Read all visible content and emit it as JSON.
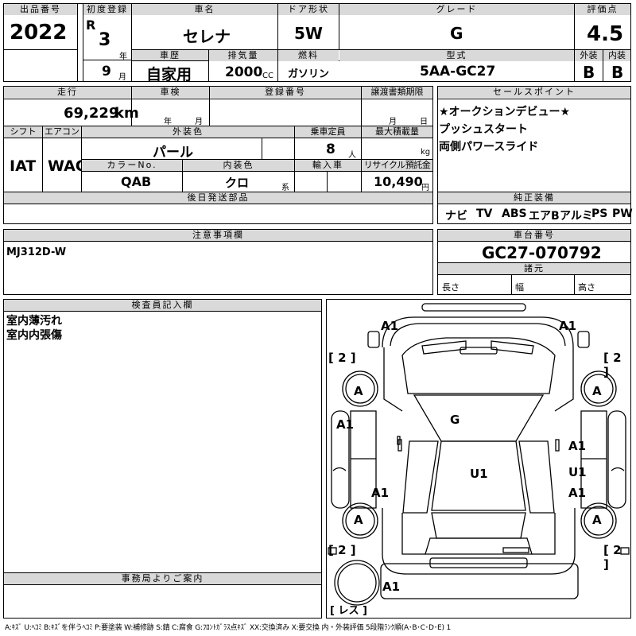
{
  "header": {
    "lot_label": "出品番号",
    "lot_value": "2022",
    "first_reg_label": "初度登録",
    "era": "R",
    "year_num": "3",
    "year_unit": "年",
    "month_num": "9",
    "month_unit": "月",
    "car_name_label": "車名",
    "car_name": "セレナ",
    "door_label": "ドア形状",
    "door": "5W",
    "grade_label": "グレード",
    "grade": "G",
    "score_label": "評価点",
    "score": "4.5",
    "history_label": "車歴",
    "history": "自家用",
    "displacement_label": "排気量",
    "displacement": "2000",
    "cc": "CC",
    "fuel_label": "燃料",
    "fuel": "ガソリン",
    "model_label": "型式",
    "model": "5AA-GC27",
    "ext_label": "外装",
    "ext": "B",
    "int_label": "内装",
    "int": "B"
  },
  "row2": {
    "mileage_label": "走行",
    "mileage": "69,229",
    "km": "km",
    "inspection_label": "車検",
    "insp_year": "年",
    "insp_month": "月",
    "reg_label": "登録番号",
    "transfer_label": "譲渡書類期限",
    "transfer_month": "月",
    "transfer_day": "日",
    "shift_label": "シフト",
    "shift": "IAT",
    "ac_label": "エアコン",
    "ac": "WAC",
    "exterior_color_label": "外装色",
    "exterior_color": "パール",
    "capacity_label": "乗車定員",
    "capacity": "8",
    "capacity_unit": "人",
    "max_load_label": "最大積載量",
    "max_load_unit": "kg",
    "color_no_label": "カラーNo.",
    "color_no": "QAB",
    "interior_color_label": "内装色",
    "interior_color": "クロ",
    "interior_unit": "系",
    "import_label": "輸入車",
    "recycle_label": "リサイクル預託金",
    "recycle": "10,490",
    "recycle_unit": "円",
    "later_parts_label": "後日発送部品"
  },
  "sales_points": {
    "label": "セールスポイント",
    "items": [
      "★オークションデビュー★",
      "プッシュスタート",
      "両側パワースライド"
    ]
  },
  "equipment": {
    "label": "純正装備",
    "items": [
      "ナビ",
      "TV",
      "ABS",
      "エアB",
      "アルミ",
      "PS",
      "PW"
    ]
  },
  "caution": {
    "label": "注意事項欄",
    "text": "MJ312D-W"
  },
  "chassis": {
    "label": "車台番号",
    "value": "GC27-070792",
    "dims_label": "諸元",
    "length": "長さ",
    "width": "幅",
    "height": "高さ"
  },
  "inspector": {
    "label": "検査員記入欄",
    "lines": [
      "室内薄汚れ",
      "室内内張傷"
    ]
  },
  "office": {
    "label": "事務局よりご案内"
  },
  "diagram": {
    "marks": {
      "front_left_a1": "A1",
      "front_right_a1": "A1",
      "tire_fl": "[ 2 ]",
      "tire_fr": "[ 2 ]",
      "wheel_fl": "A",
      "wheel_fr": "A",
      "glass": "G",
      "left_a1": "A1",
      "right_a1_1": "A1",
      "right_u1": "U1",
      "right_a1_2": "A1",
      "left_a1_2": "A1",
      "roof": "U1",
      "wheel_rl": "A",
      "wheel_rr": "A",
      "tire_rl": "[ 2 ]",
      "tire_rr": "[ 2 ]",
      "rear_a1": "A1",
      "spare": "[ レス ]"
    }
  },
  "legend": "A:ｷｽﾞ U:ﾍｺﾐ B:ｷｽﾞを伴うﾍｺﾐ P:要塗装 W:補修跡 S:錆 C:腐食 G:ﾌﾛﾝﾄｶﾞﾗｽ点ｷｽﾞ XX:交換済み X:要交換 内・外装評価 5段階ﾗﾝｸ順(A･B･C･D･E) 1"
}
